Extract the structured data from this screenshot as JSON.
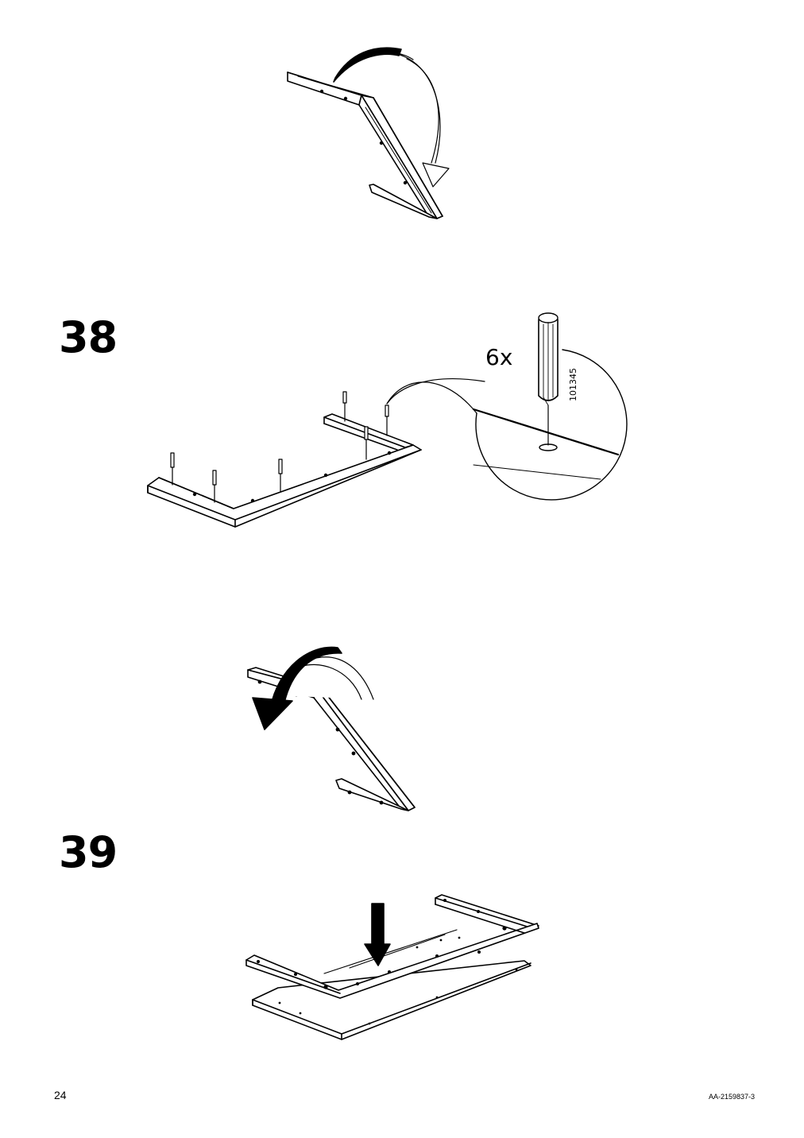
{
  "steps": [
    {
      "number": "38"
    },
    {
      "number": "39"
    }
  ],
  "step38": {
    "quantity": "6x",
    "part_number": "101345"
  },
  "footer": {
    "page_number": "24",
    "document_id": "AA-2159837-3"
  },
  "icons": [
    "rotate-arrow-icon",
    "down-arrow-icon",
    "dowel-icon",
    "magnifier-callout"
  ]
}
